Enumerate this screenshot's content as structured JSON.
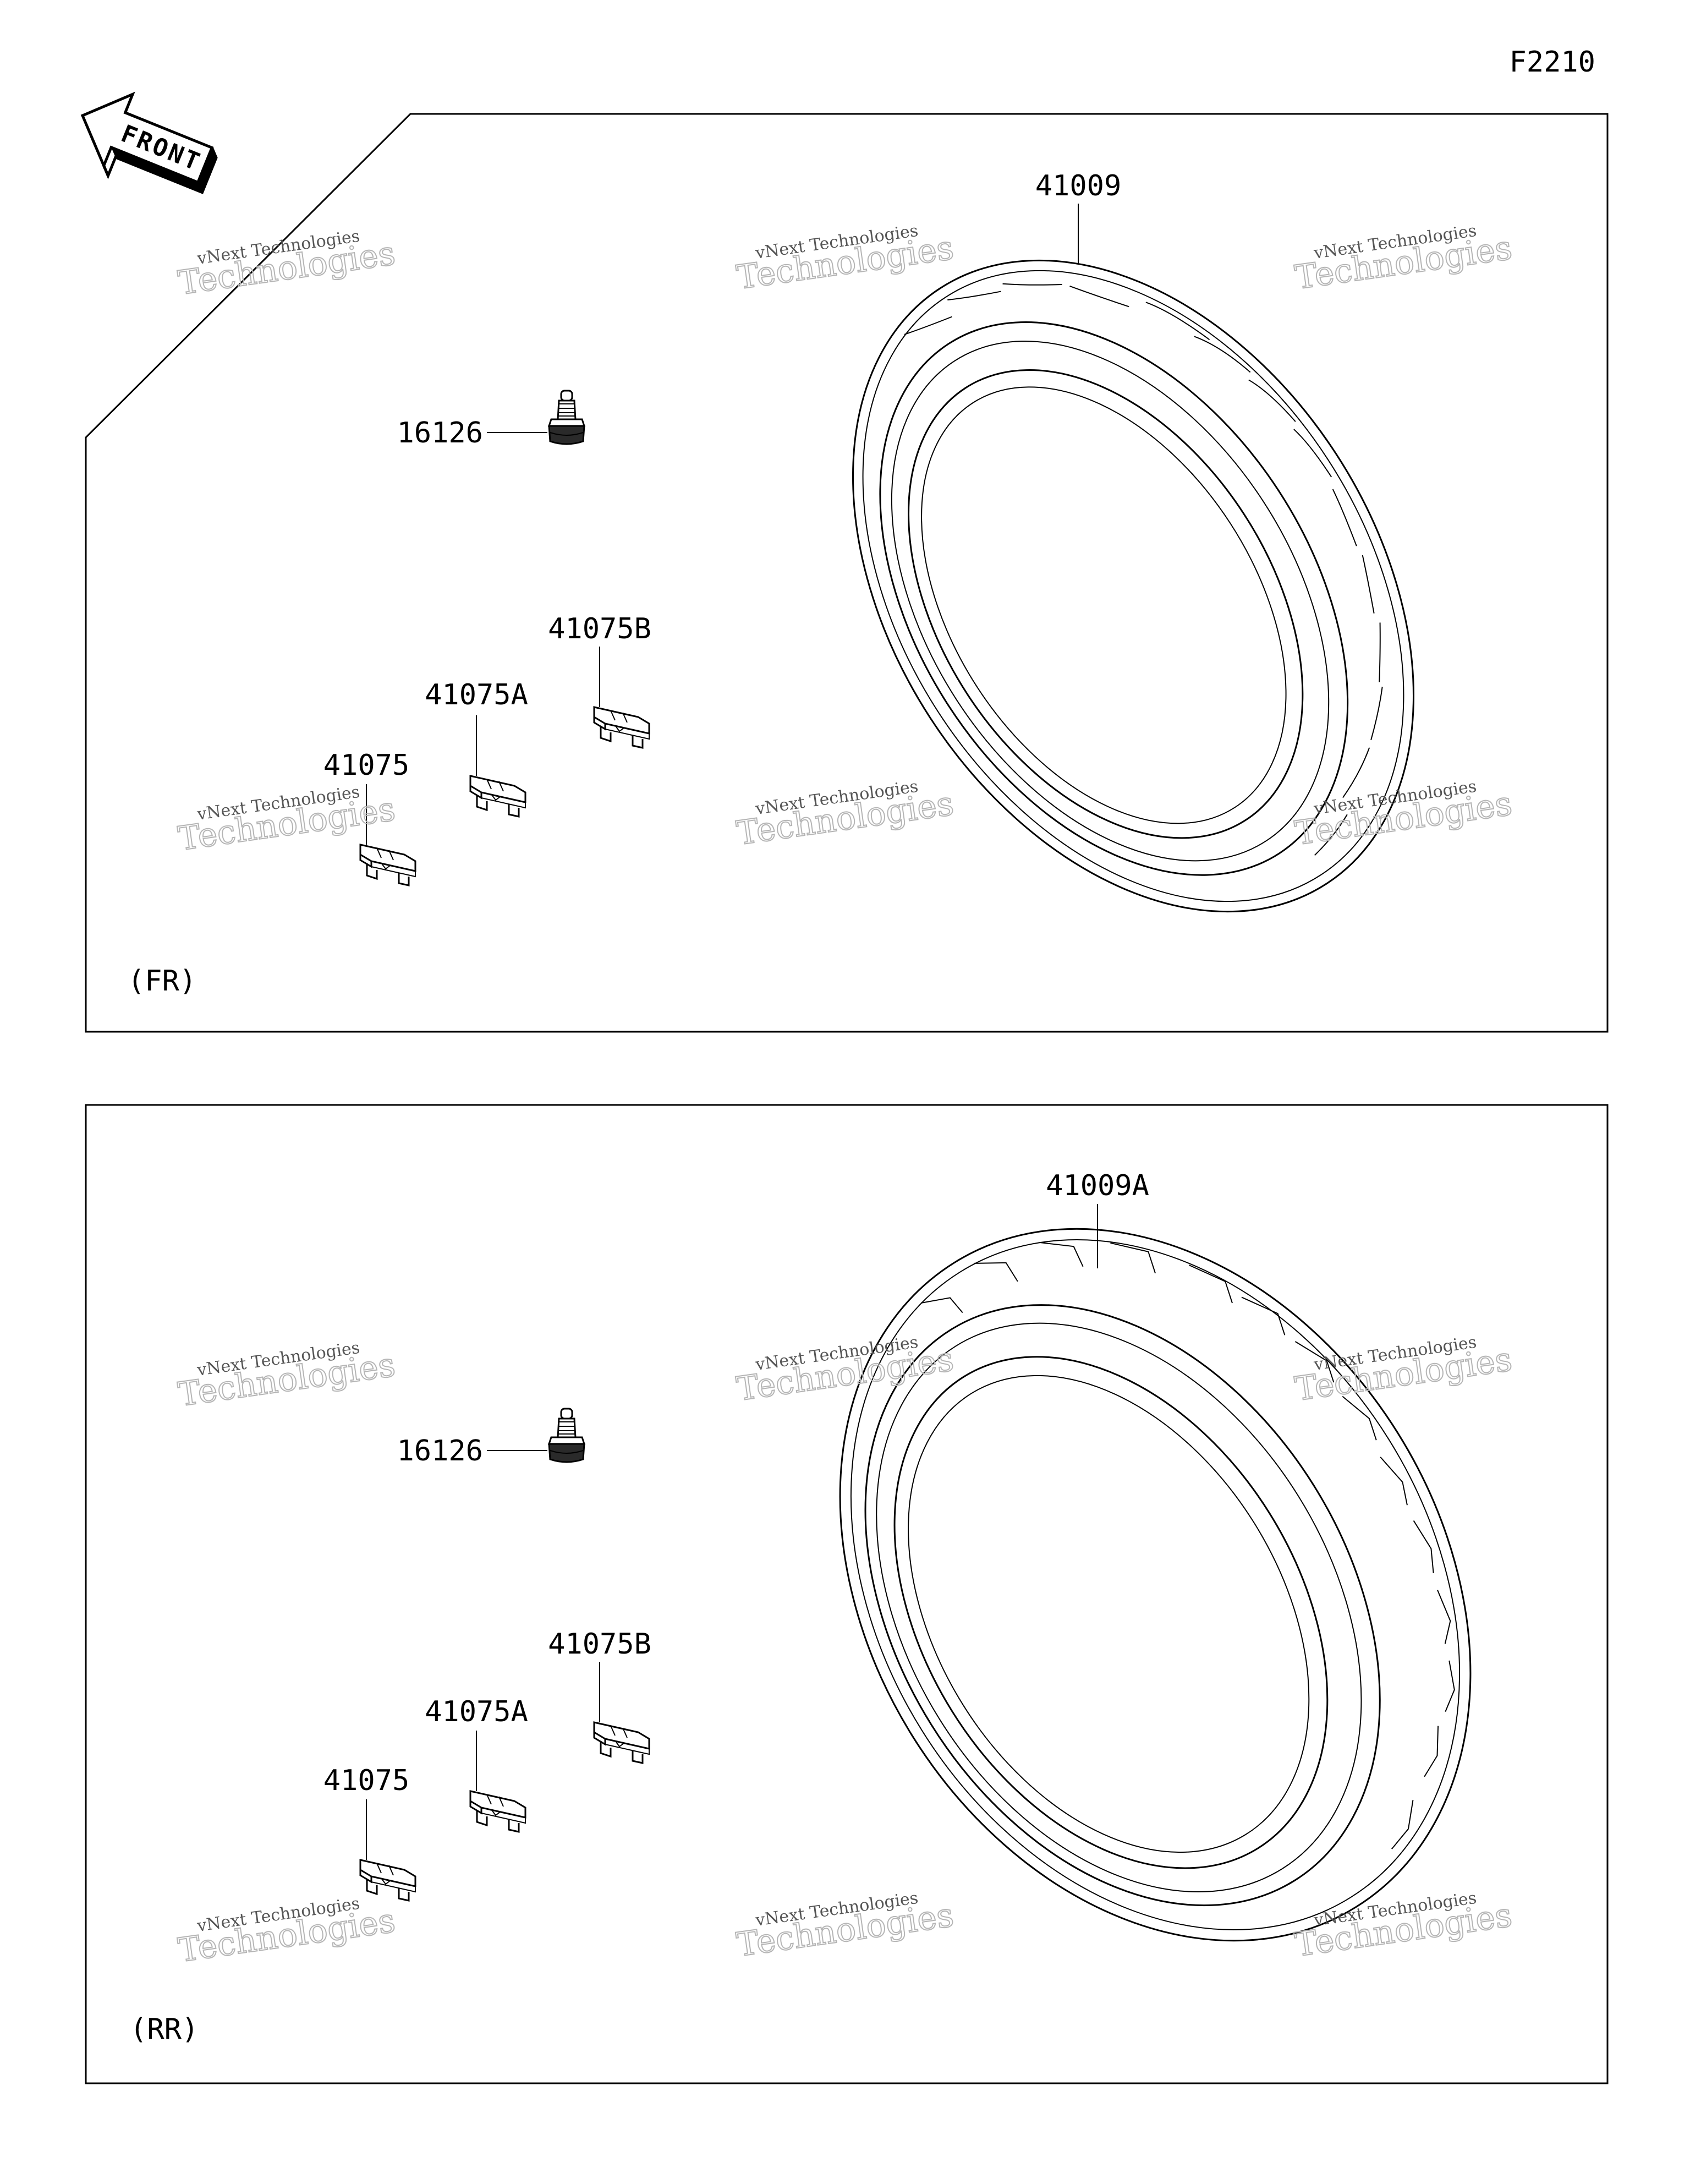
{
  "figure_code": "F2210",
  "front_arrow_text": "FRONT",
  "watermark": {
    "line1": "vNext Technologies",
    "line2": "Technologies"
  },
  "panels": [
    {
      "view_label": "(FR)",
      "parts": {
        "tire": "41009",
        "valve": "16126",
        "weight_b": "41075B",
        "weight_a": "41075A",
        "weight": "41075"
      }
    },
    {
      "view_label": "(RR)",
      "parts": {
        "tire": "41009A",
        "valve": "16126",
        "weight_b": "41075B",
        "weight_a": "41075A",
        "weight": "41075"
      }
    }
  ]
}
